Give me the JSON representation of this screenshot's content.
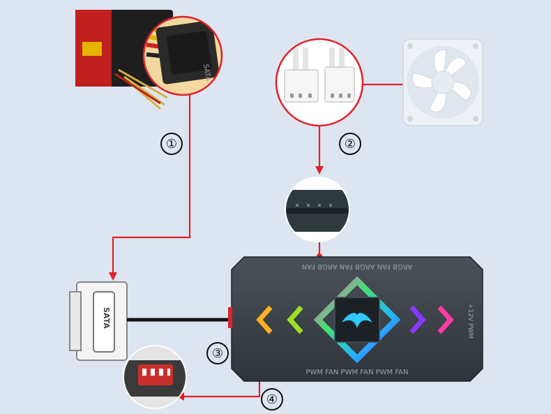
{
  "steps": [
    {
      "label": "①"
    },
    {
      "label": "②"
    },
    {
      "label": "③"
    },
    {
      "label": "④"
    }
  ],
  "connectors": {
    "psu_sata_text": "SATA",
    "hub_sata_text": "SATA"
  },
  "hub": {
    "top_text": "ARGB FAN  ARGB FAN  ARGB FAN",
    "bottom_text": "PWM FAN  PWM FAN  PWM FAN",
    "side_text": "+12V  PWM"
  },
  "colors": {
    "background": "#dde6f0",
    "wire_red": "#e0202a",
    "hub_body": "#3a4046",
    "arrow_left_1": "#ffb020",
    "arrow_left_2": "#9be024",
    "arrow_right_1": "#8a38ff",
    "arrow_right_2": "#ff3aa8",
    "diamond_glow": "#30c8ff"
  },
  "icons": [
    "psu-icon",
    "argb-connector-icon",
    "fan-icon",
    "sata-connector-icon",
    "rgb-hub-icon",
    "pwm-connector-icon"
  ]
}
